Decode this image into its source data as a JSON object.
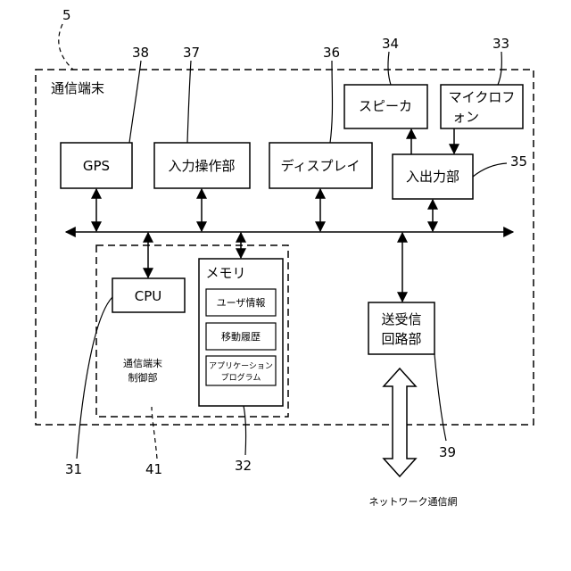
{
  "refs": {
    "terminal": "5",
    "gps": "38",
    "input": "37",
    "display": "36",
    "speaker": "34",
    "microphone": "33",
    "io": "35",
    "transceiver": "39",
    "cpu": "31",
    "control": "41",
    "memory": "32"
  },
  "terminal_label": "通信端末",
  "blocks": {
    "gps": "GPS",
    "input": "入力操作部",
    "display": "ディスプレイ",
    "speaker": "スピーカ",
    "microphone_line1": "マイクロフ",
    "microphone_line2": "ォン",
    "io": "入出力部",
    "cpu": "CPU",
    "memory": "メモリ",
    "user_info": "ユーザ情報",
    "movement_history": "移動履歴",
    "app_line1": "アプリケーション",
    "app_line2": "プログラム",
    "transceiver_line1": "送受信",
    "transceiver_line2": "回路部",
    "control_line1": "通信端末",
    "control_line2": "制御部"
  },
  "network_label": "ネットワーク通信網"
}
